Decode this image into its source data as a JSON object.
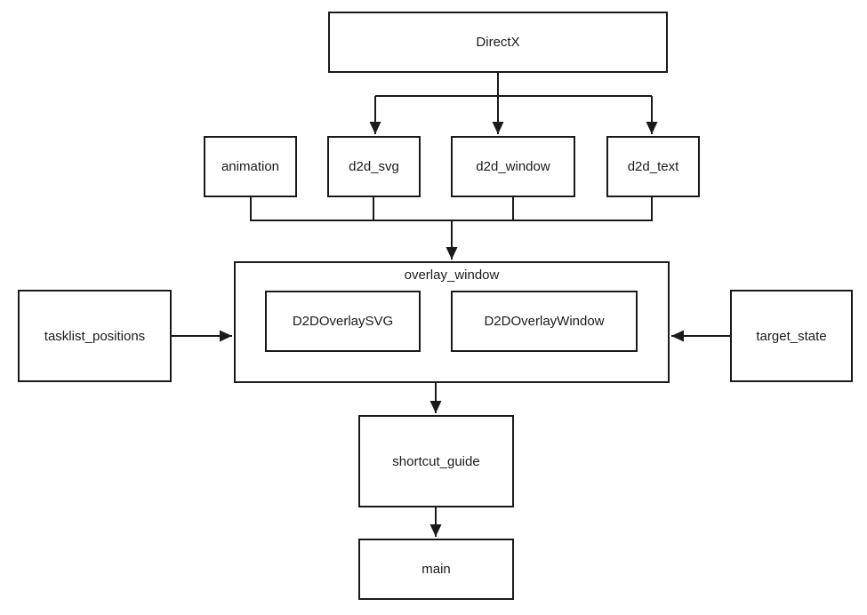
{
  "diagram": {
    "title": "module dependency diagram",
    "colors": {
      "background": "#ffffff",
      "stroke": "#1a1a1a",
      "text": "#1a1a1a"
    },
    "nodes": {
      "directx": {
        "label": "DirectX"
      },
      "animation": {
        "label": "animation"
      },
      "d2d_svg": {
        "label": "d2d_svg"
      },
      "d2d_window": {
        "label": "d2d_window"
      },
      "d2d_text": {
        "label": "d2d_text"
      },
      "overlay_window": {
        "label": "overlay_window"
      },
      "d2d_overlay_svg": {
        "label": "D2DOverlaySVG"
      },
      "d2d_overlay_window": {
        "label": "D2DOverlayWindow"
      },
      "tasklist_positions": {
        "label": "tasklist_positions"
      },
      "target_state": {
        "label": "target_state"
      },
      "shortcut_guide": {
        "label": "shortcut_guide"
      },
      "main": {
        "label": "main"
      }
    },
    "edges": [
      {
        "from": "DirectX",
        "to": "d2d_svg"
      },
      {
        "from": "DirectX",
        "to": "d2d_window"
      },
      {
        "from": "DirectX",
        "to": "d2d_text"
      },
      {
        "from": "animation",
        "to": "overlay_window"
      },
      {
        "from": "d2d_svg",
        "to": "overlay_window"
      },
      {
        "from": "d2d_window",
        "to": "overlay_window"
      },
      {
        "from": "d2d_text",
        "to": "overlay_window"
      },
      {
        "from": "tasklist_positions",
        "to": "overlay_window"
      },
      {
        "from": "target_state",
        "to": "overlay_window"
      },
      {
        "from": "overlay_window",
        "to": "shortcut_guide"
      },
      {
        "from": "shortcut_guide",
        "to": "main"
      }
    ]
  }
}
